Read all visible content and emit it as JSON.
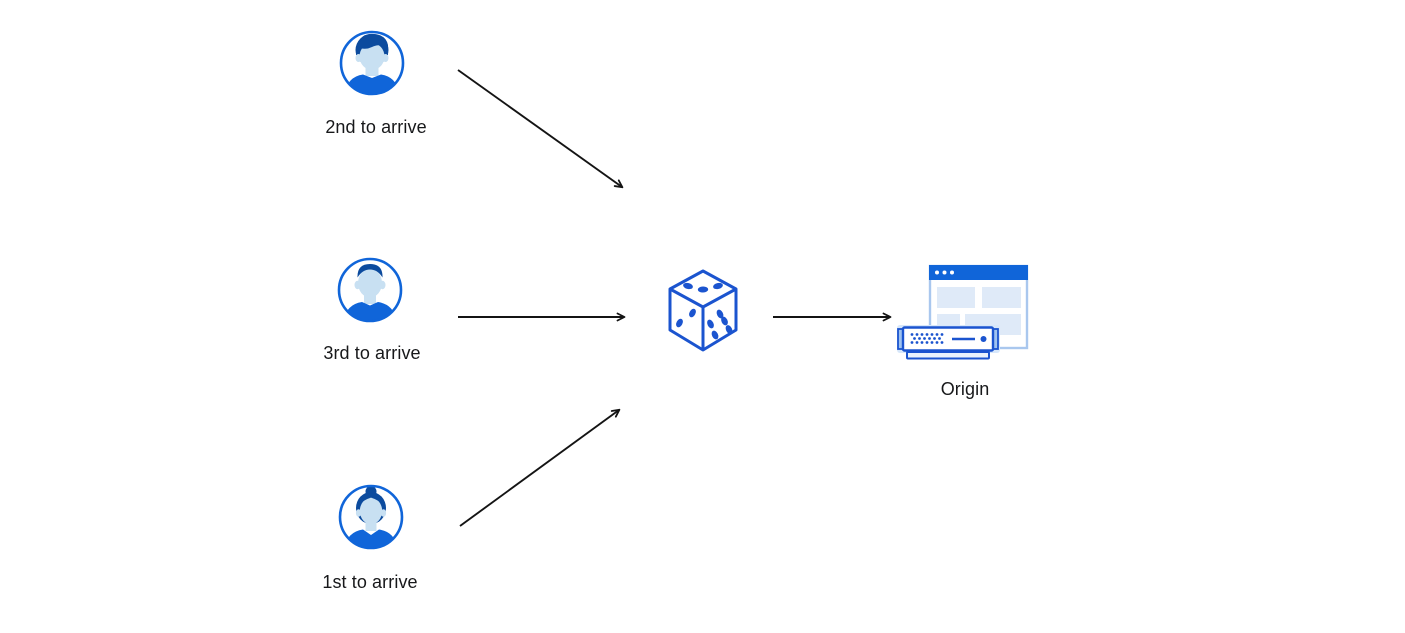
{
  "users": [
    {
      "label": "2nd to arrive",
      "avatar_icon": "male-swept-hair-avatar-icon"
    },
    {
      "label": "3rd to arrive",
      "avatar_icon": "male-short-hair-avatar-icon"
    },
    {
      "label": "1st to arrive",
      "avatar_icon": "female-bun-avatar-icon"
    }
  ],
  "selector": {
    "icon": "dice-icon"
  },
  "origin": {
    "label": "Origin",
    "icon": "origin-server-browser-icon"
  },
  "arrows": [
    {
      "from": "2nd to arrive",
      "to": "dice"
    },
    {
      "from": "3rd to arrive",
      "to": "dice"
    },
    {
      "from": "1st to arrive",
      "to": "dice"
    },
    {
      "from": "dice",
      "to": "Origin"
    }
  ],
  "colors": {
    "primary_blue": "#1065d9",
    "outline_blue": "#1b54cf",
    "hair_dark_blue": "#0c4b9e",
    "skin_light_blue": "#c8e0f2",
    "panel_light_blue": "#dfeaf8",
    "browser_border_blue": "#a9c7ee",
    "halo_light_blue": "#d7e7fa",
    "arrow_black": "#141414",
    "text": "#17181a",
    "background": "#ffffff"
  }
}
